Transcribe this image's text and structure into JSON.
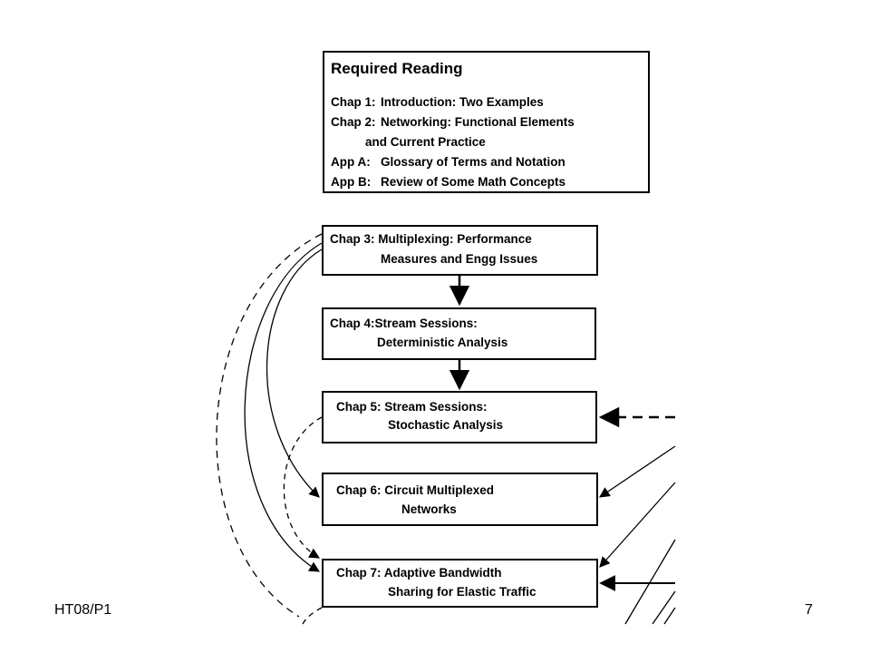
{
  "slide": {
    "footer_left": "HT08/P1",
    "page_number": "7"
  },
  "reading": {
    "title": "Required Reading",
    "lines": [
      {
        "label": "Chap 1:",
        "text": "Introduction: Two Examples"
      },
      {
        "label": "Chap 2:",
        "text": "Networking: Functional Elements"
      },
      {
        "label": "",
        "text": "and Current Practice"
      },
      {
        "label": "App A:",
        "text": "Glossary of Terms and Notation"
      },
      {
        "label": "App B:",
        "text": "Review of Some Math Concepts"
      }
    ]
  },
  "chapters": [
    {
      "id": "chap3",
      "line1": "Chap 3: Multiplexing: Performance",
      "line2": "Measures and Engg Issues"
    },
    {
      "id": "chap4",
      "line1": "Chap 4:Stream Sessions:",
      "line2": "Deterministic Analysis"
    },
    {
      "id": "chap5",
      "line1": "Chap 5: Stream Sessions:",
      "line2": "Stochastic Analysis"
    },
    {
      "id": "chap6",
      "line1": "Chap 6: Circuit Multiplexed",
      "line2": "Networks"
    },
    {
      "id": "chap7",
      "line1": "Chap 7: Adaptive Bandwidth",
      "line2": "Sharing for Elastic Traffic"
    }
  ]
}
